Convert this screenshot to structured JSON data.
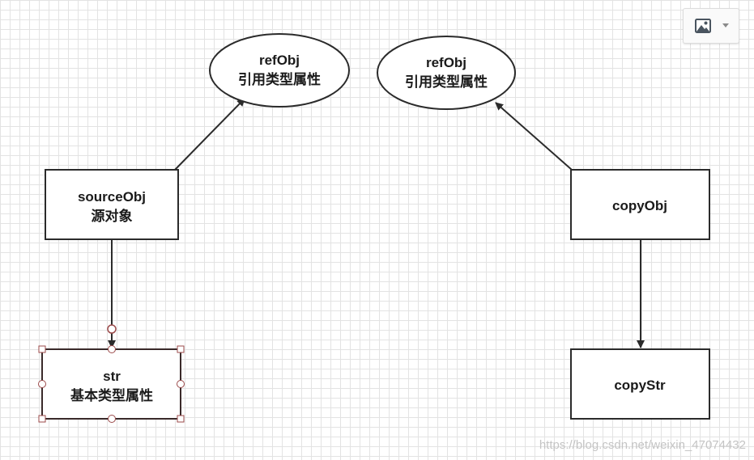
{
  "toolbar": {
    "icon": "image-icon",
    "dropdown_icon": "caret-down-icon"
  },
  "nodes": {
    "refobj_left": {
      "line1": "refObj",
      "line2": "引用类型属性"
    },
    "refobj_right": {
      "line1": "refObj",
      "line2": "引用类型属性"
    },
    "sourceobj": {
      "line1": "sourceObj",
      "line2": "源对象"
    },
    "copyobj": {
      "line1": "copyObj"
    },
    "str": {
      "line1": "str",
      "line2": "基本类型属性"
    },
    "copystr": {
      "line1": "copyStr"
    }
  },
  "watermark": "https://blog.csdn.net/weixin_47074432",
  "colors": {
    "stroke": "#2b2b2b",
    "selection": "#9b4a4a",
    "grid": "#e3e3e3"
  }
}
